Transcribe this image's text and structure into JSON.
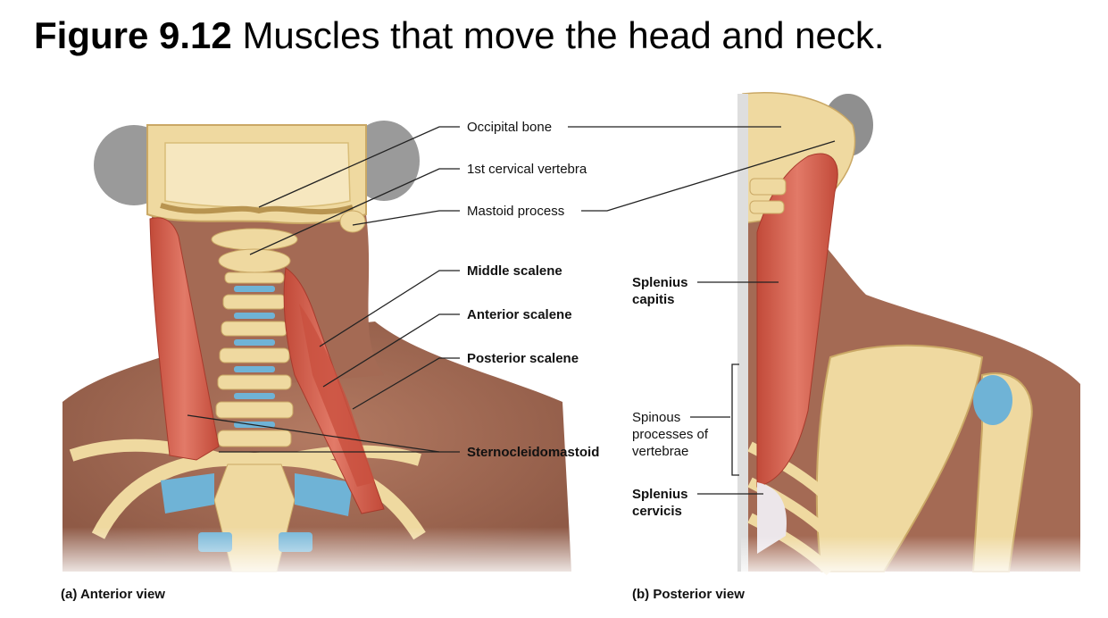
{
  "title": {
    "number": "Figure 9.12",
    "text": "Muscles that move the head and neck."
  },
  "labels": {
    "occipital_bone": "Occipital bone",
    "first_cervical_vertebra": "1st cervical vertebra",
    "mastoid_process": "Mastoid process",
    "middle_scalene": "Middle scalene",
    "anterior_scalene": "Anterior scalene",
    "posterior_scalene": "Posterior scalene",
    "sternocleidomastoid": "Sternocleidomastoid",
    "splenius_capitis_1": "Splenius",
    "splenius_capitis_2": "capitis",
    "spinous_1": "Spinous",
    "spinous_2": "processes of",
    "spinous_3": "vertebrae",
    "splenius_cervicis_1": "Splenius",
    "splenius_cervicis_2": "cervicis"
  },
  "captions": {
    "anterior": "(a) Anterior view",
    "posterior": "(b) Posterior view"
  },
  "colors": {
    "skin": "#a9705a",
    "skin_dark": "#8c5644",
    "bone": "#efd9a0",
    "bone_shade": "#d9bd78",
    "muscle": "#d5604c",
    "muscle_light": "#e9897a",
    "cartilage": "#6fb3d6",
    "tendon": "#ece6ea",
    "hair": "#8a8a8a"
  }
}
